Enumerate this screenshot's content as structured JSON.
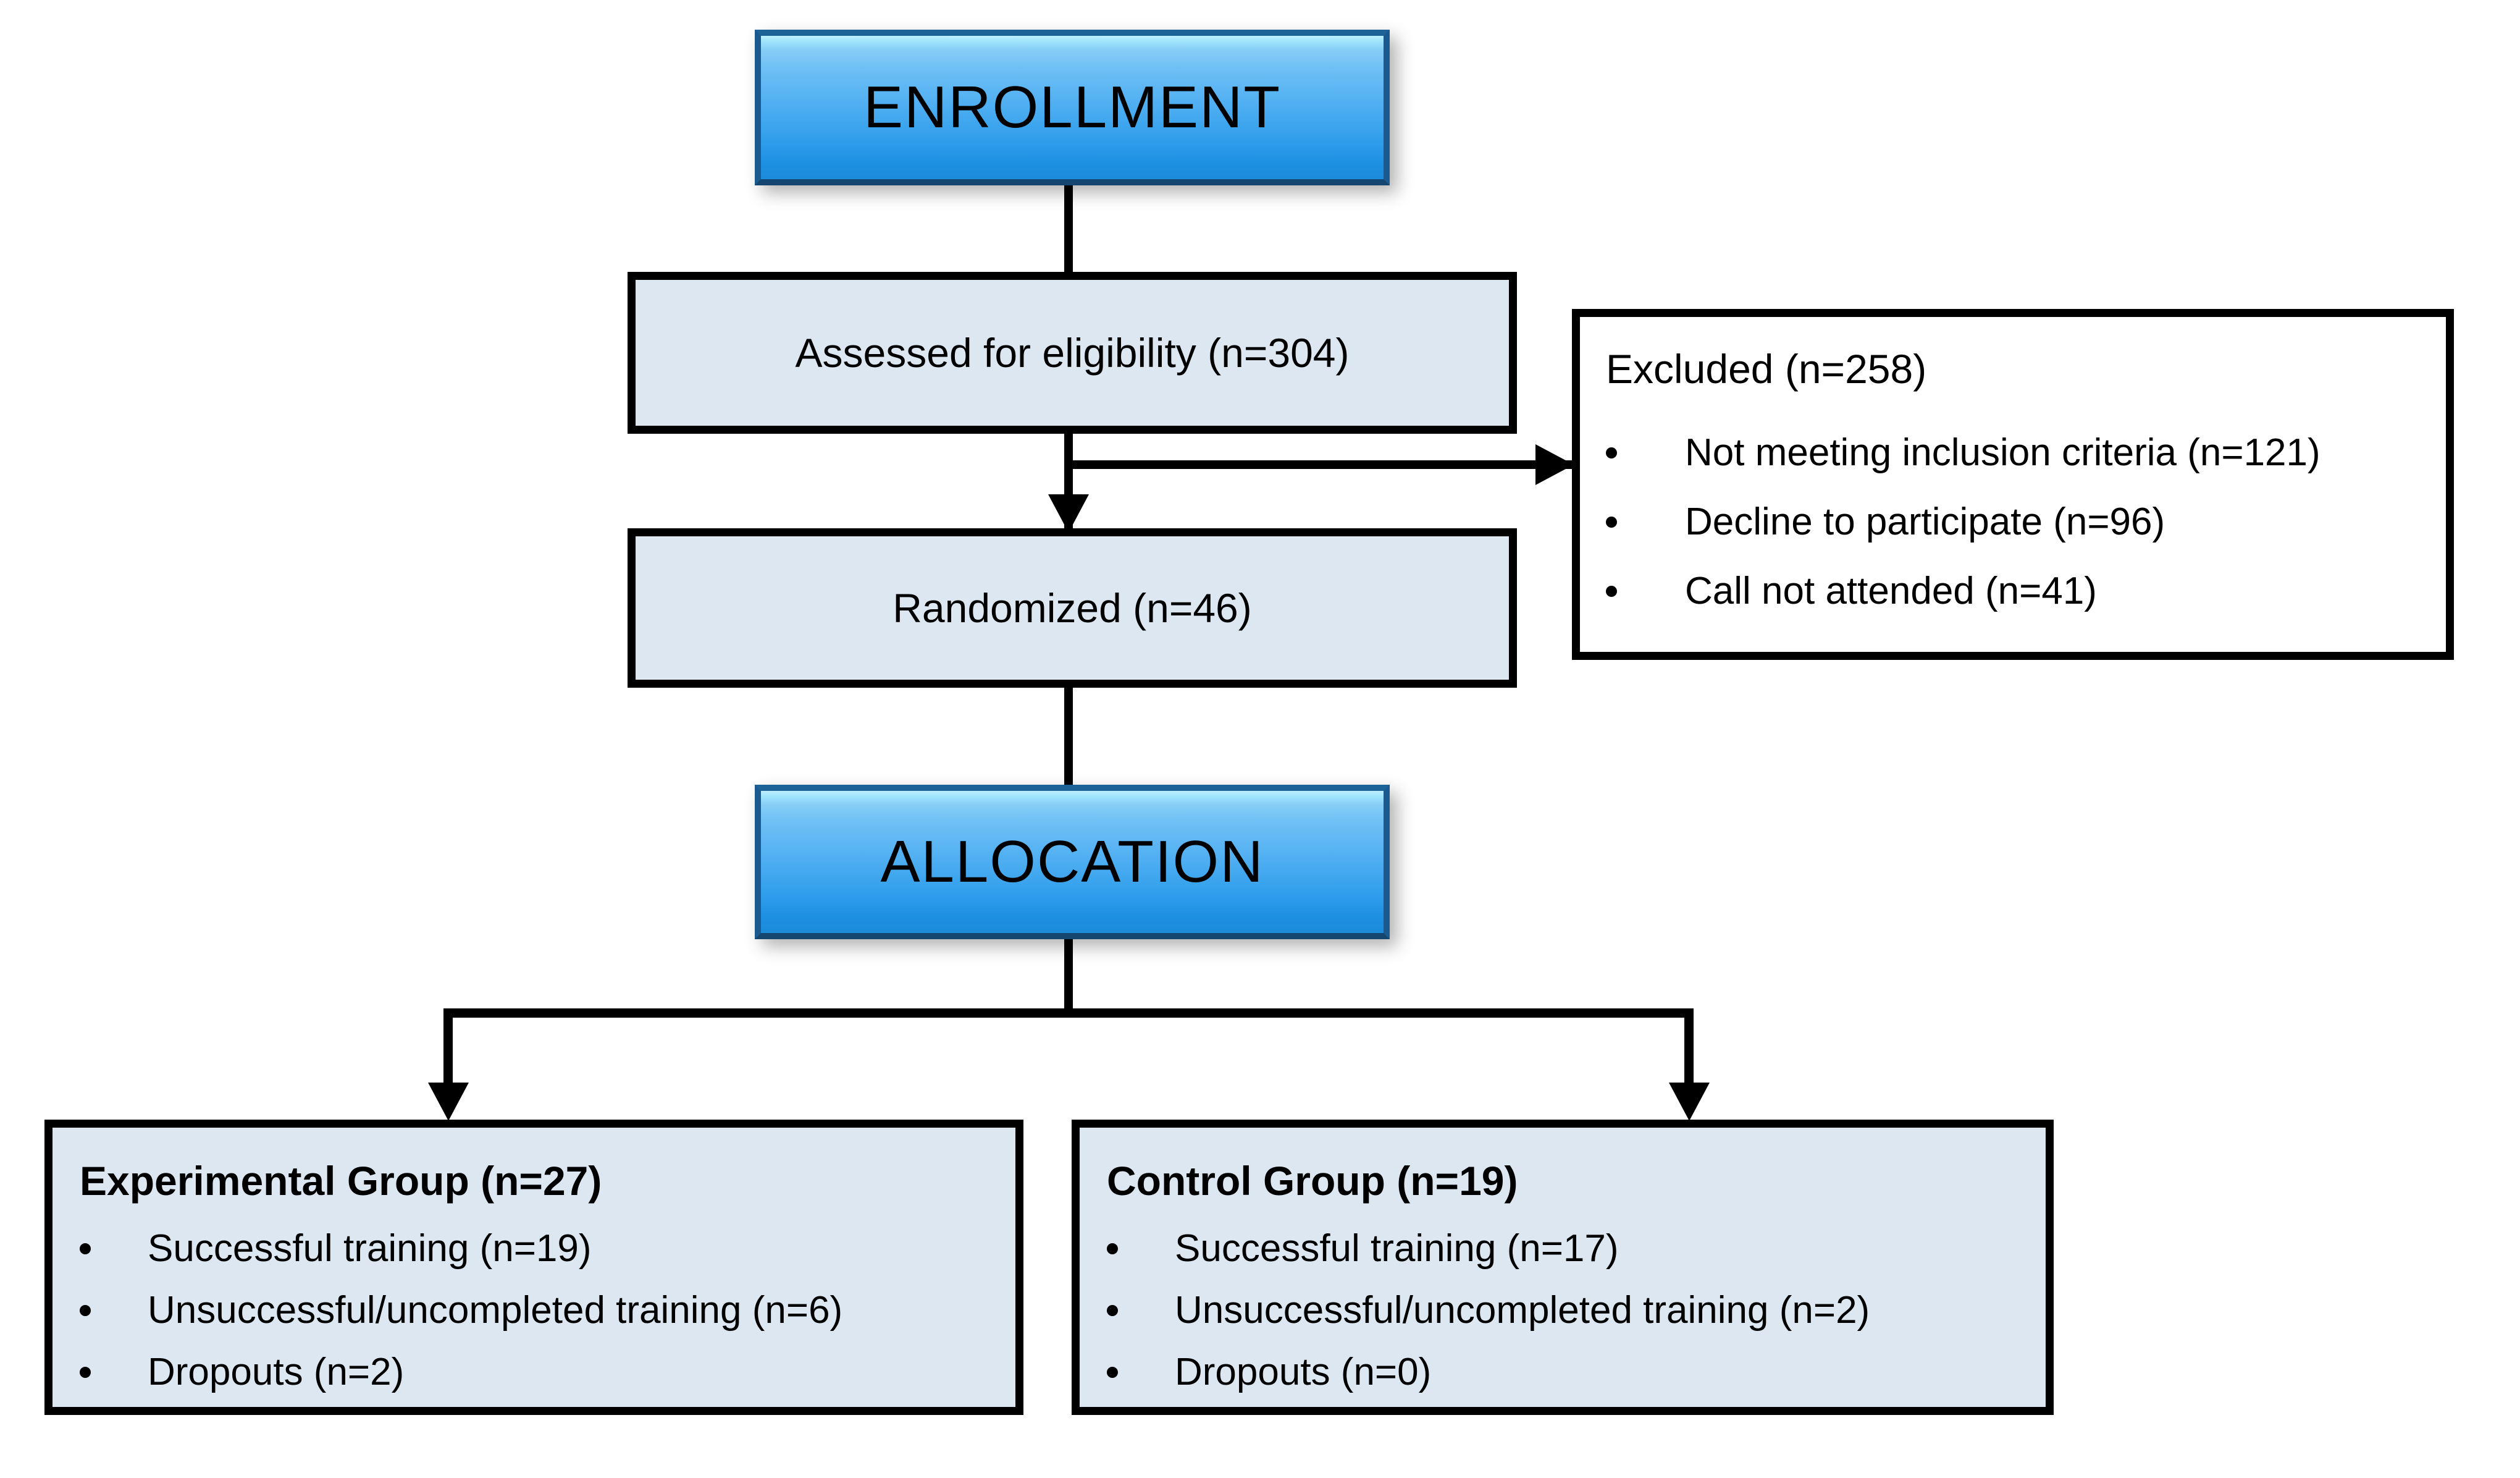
{
  "diagram": {
    "title": "CONSORT participant flow diagram",
    "colors": {
      "banner_blue_light": "#bdf0ff",
      "banner_blue_mid": "#52b0f2",
      "banner_blue_dark": "#1b8ad9",
      "banner_border": "#1b5a8e",
      "box_fill": "#dce7f2",
      "box_border": "#000000",
      "box_fill_white": "#ffffff",
      "connector": "#000000",
      "page_background": "#ffffff"
    }
  },
  "stages": {
    "enrollment": {
      "label": "ENROLLMENT"
    },
    "allocation": {
      "label": "ALLOCATION"
    }
  },
  "nodes": {
    "assessed": {
      "text": "Assessed for eligibility (n=304)"
    },
    "excluded": {
      "heading": "Excluded (n=258)",
      "bullets": [
        "Not meeting inclusion criteria (n=121)",
        "Decline to participate (n=96)",
        "Call not attended (n=41)"
      ]
    },
    "randomized": {
      "text": "Randomized (n=46)"
    },
    "experimental": {
      "heading": "Experimental Group (n=27)",
      "bullets": [
        "Successful training (n=19)",
        "Unsuccessful/uncompleted training (n=6)",
        "Dropouts (n=2)"
      ]
    },
    "control": {
      "heading": "Control Group (n=19)",
      "bullets": [
        "Successful training (n=17)",
        "Unsuccessful/uncompleted training (n=2)",
        "Dropouts (n=0)"
      ]
    }
  },
  "chart_data": {
    "type": "diagram",
    "title": "CONSORT participant flow diagram",
    "counts": {
      "assessed_for_eligibility": 304,
      "excluded_total": 258,
      "excluded_not_meeting_inclusion_criteria": 121,
      "excluded_decline_to_participate": 96,
      "excluded_call_not_attended": 41,
      "randomized": 46,
      "experimental_group": 27,
      "experimental_successful_training": 19,
      "experimental_unsuccessful_uncompleted_training": 6,
      "experimental_dropouts": 2,
      "control_group": 19,
      "control_successful_training": 17,
      "control_unsuccessful_uncompleted_training": 2,
      "control_dropouts": 0
    },
    "flow": [
      {
        "from": "ENROLLMENT",
        "to": "Assessed for eligibility (n=304)"
      },
      {
        "from": "Assessed for eligibility (n=304)",
        "to": "Excluded (n=258)"
      },
      {
        "from": "Assessed for eligibility (n=304)",
        "to": "Randomized (n=46)"
      },
      {
        "from": "Randomized (n=46)",
        "to": "ALLOCATION"
      },
      {
        "from": "ALLOCATION",
        "to": "Experimental Group (n=27)"
      },
      {
        "from": "ALLOCATION",
        "to": "Control Group (n=19)"
      }
    ]
  }
}
